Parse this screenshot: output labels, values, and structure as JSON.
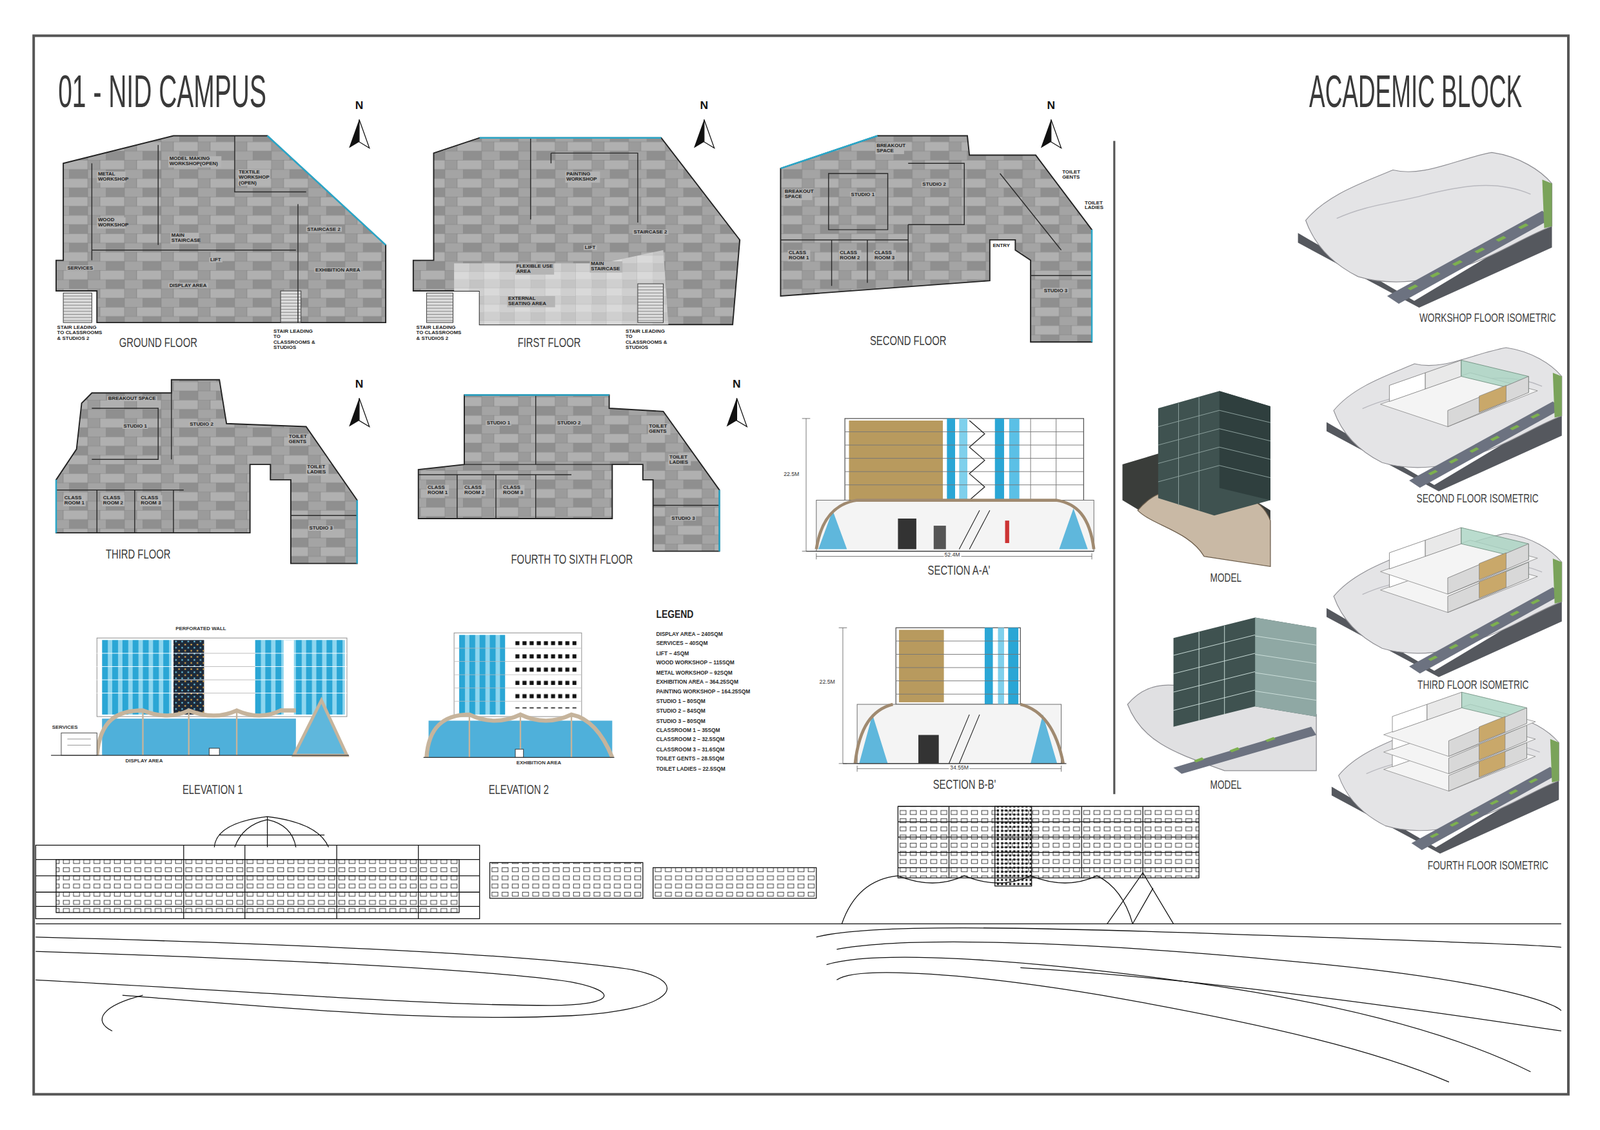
{
  "diagram": {
    "title": "01 - NID CAMPUS",
    "nodes": [
      {
        "text": [
          "METAL WORKSHOP",
          "MODEL MAKING WORKSHOP(OPEN)",
          "TEXTILE WORKSHOP (OPEN)",
          "WOOD WORKSHOP",
          "MAIN STAIRCASE",
          "LIFT",
          "STAIRCASE 2",
          "SERVICES",
          "DISPLAY AREA",
          "EXHIBITION AREA",
          "STAIR LEADING TO CLASSROOMS & STUDIOS 2",
          "STAIR LEADING TO CLASSROOMS & STUDIOS",
          "GROUND FLOOR"
        ]
      },
      {
        "text": [
          "PAINTING WORKSHOP",
          "STAIRCASE 2",
          "LIFT",
          "FLEXIBLE USE AREA",
          "MAIN STAIRCASE",
          "EXTERNAL SEATING AREA",
          "STAIR LEADING TO CLASSROOMS & STUDIOS 2",
          "STAIR LEADING TO CLASSROOMS & STUDIOS",
          "FIRST FLOOR"
        ]
      },
      {
        "text": [
          "BREAKOUT SPACE",
          "BREAKOUT SPACE",
          "STUDIO 1",
          "STUDIO 2",
          "CLASS ROOM 1",
          "CLASS ROOM 2",
          "CLASS ROOM 3",
          "ENTRY",
          "TOILET GENTS",
          "TOILET LADIES",
          "STUDIO 3",
          "SECOND FLOOR"
        ]
      },
      {
        "text": [
          "BREAKOUT SPACE",
          "STUDIO 1",
          "STUDIO 2",
          "TOILET GENTS",
          "TOILET LADIES",
          "CLASS ROOM 1",
          "CLASS ROOM 2",
          "CLASS ROOM 3",
          "STUDIO 3",
          "THIRD FLOOR"
        ]
      },
      {
        "text": [
          "STUDIO 1",
          "STUDIO 2",
          "TOILET GENTS",
          "TOILET LADIES",
          "CLASS ROOM 1",
          "CLASS ROOM 2",
          "CLASS ROOM 3",
          "STUDIO 3",
          "FOURTH TO SIXTH FLOOR"
        ]
      }
    ],
    "labels": [
      "ACADEMIC BLOCK",
      "N",
      "N",
      "N",
      "N",
      "N",
      "22.5M",
      "52.4M",
      "SECTION A-A'",
      "PERFORATED WALL",
      "SERVICES",
      "DISPLAY AREA",
      "ELEVATION 1",
      "EXHIBITION AREA",
      "ELEVATION 2",
      "LEGEND",
      "22.5M",
      "34.55M",
      "SECTION B-B'",
      "WORKSHOP FLOOR ISOMETRIC",
      "MODEL",
      "SECOND FLOOR ISOMETRIC",
      "THIRD FLOOR ISOMETRIC",
      "MODEL",
      "FOURTH FLOOR ISOMETRIC"
    ],
    "legend": [
      {
        "text": "DISPLAY AREA – 240SQM"
      },
      {
        "text": "SERVICES – 40SQM"
      },
      {
        "text": "LIFT – 4SQM"
      },
      {
        "text": "WOOD WORKSHOP – 115SQM"
      },
      {
        "text": "METAL WORKSHOP – 92SQM"
      },
      {
        "text": "EXHIBITION AREA – 364.25SQM"
      },
      {
        "text": "PAINTING WORKSHOP – 164.25SQM"
      },
      {
        "text": "STUDIO 1 – 80SQM"
      },
      {
        "text": "STUDIO 2 – 84SQM"
      },
      {
        "text": "STUDIO 3 – 80SQM"
      },
      {
        "text": "CLASSROOM 1 – 35SQM"
      },
      {
        "text": "CLASSROOM 2 – 32.5SQM"
      },
      {
        "text": "CLASSROOM 3 – 31.6SQM"
      },
      {
        "text": "TOILET GENTS – 28.5SQM"
      },
      {
        "text": "TOILET LADIES – 22.5SQM"
      }
    ]
  }
}
